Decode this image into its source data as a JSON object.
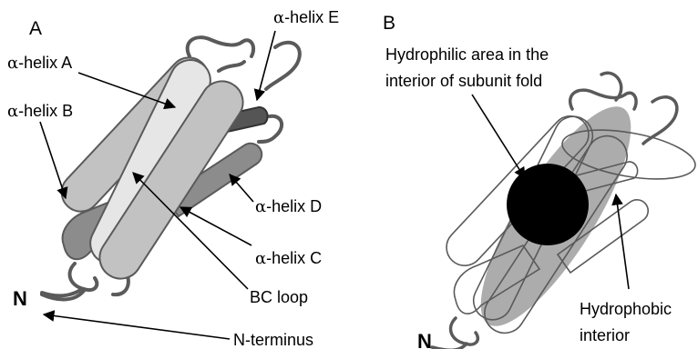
{
  "panel_a": {
    "letter": "A",
    "n_label": "N",
    "labels": {
      "helix_e": {
        "greek": "α",
        "text": "-helix E"
      },
      "helix_a": {
        "greek": "α",
        "text": "-helix A"
      },
      "helix_b": {
        "greek": "α",
        "text": "-helix B"
      },
      "helix_d": {
        "greek": "α",
        "text": "-helix D"
      },
      "helix_c": {
        "greek": "α",
        "text": "-helix C"
      },
      "bc_loop": "BC loop",
      "n_terminus": "N-terminus"
    }
  },
  "panel_b": {
    "letter": "B",
    "n_label": "N",
    "hydrophilic_line1": "Hydrophilic area in the",
    "hydrophilic_line2": "interior of subunit fold",
    "hydrophobic_line1": "Hydrophobic",
    "hydrophobic_line2": "interior"
  },
  "colors": {
    "backbone": "#5a5a5a",
    "helix_light": "#e6e6e6",
    "helix_mid": "#c2c2c2",
    "helix_dark": "#8c8c8c",
    "helix_darkest": "#555555",
    "hydrophobic_fill": "#9e9e9e",
    "hydrophilic_fill": "#000000"
  }
}
